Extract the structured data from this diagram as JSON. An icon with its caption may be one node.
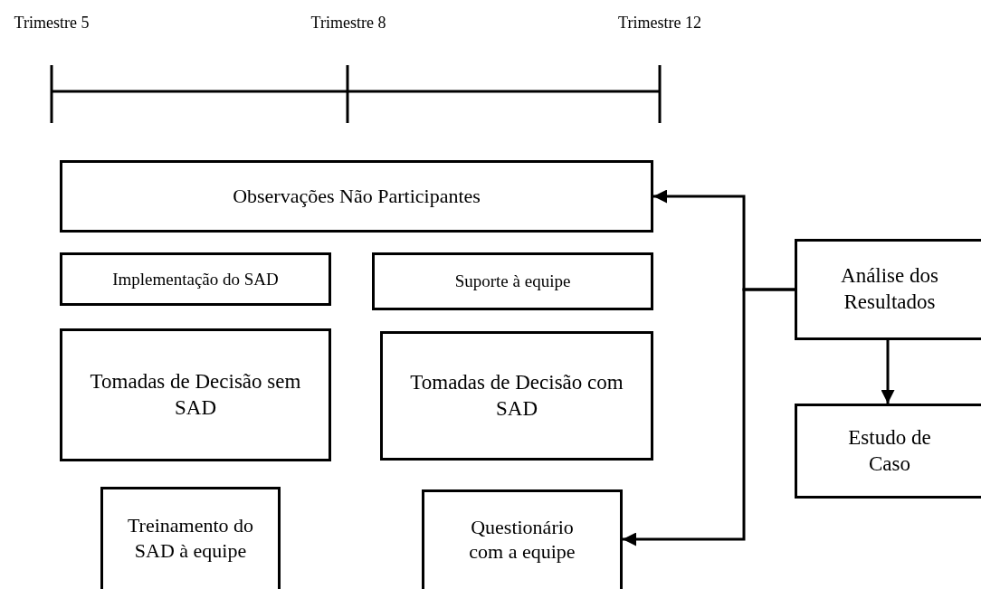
{
  "diagram": {
    "nodes": [
      {
        "text": [
          "Observações Não Participantes"
        ]
      },
      {
        "text": [
          "Implementação do SAD"
        ]
      },
      {
        "text": [
          "Suporte à equipe"
        ]
      },
      {
        "text": [
          "Tomadas de Decisão sem SAD"
        ]
      },
      {
        "text": [
          "Tomadas de Decisão com SAD"
        ]
      },
      {
        "text": [
          "Treinamento do SAD à equipe"
        ]
      },
      {
        "text": [
          "Questionário com a equipe"
        ]
      },
      {
        "text": [
          "Análise dos Resultados"
        ]
      },
      {
        "text": [
          "Estudo de Caso"
        ]
      }
    ],
    "edges": [
      {
        "from": 7,
        "to": 0,
        "arrow": "to"
      },
      {
        "from": 7,
        "to": 6,
        "arrow": "to"
      },
      {
        "from": 7,
        "to": 8,
        "arrow": "to"
      }
    ],
    "labels": [
      "Trimestre 5",
      "Trimestre 8",
      "Trimestre 12"
    ]
  }
}
